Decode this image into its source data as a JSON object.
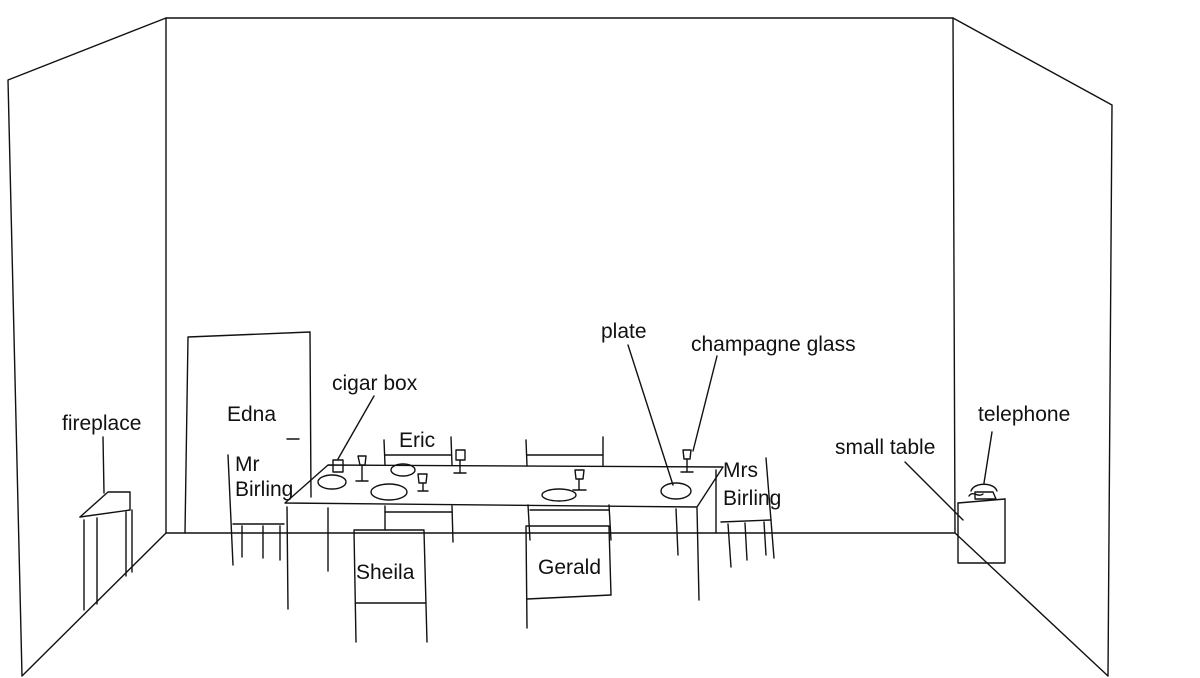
{
  "labels": {
    "fireplace": "fireplace",
    "edna": "Edna",
    "mr_birling_1": "Mr",
    "mr_birling_2": "Birling",
    "cigar_box": "cigar box",
    "eric": "Eric",
    "plate": "plate",
    "champagne_glass": "champagne glass",
    "mrs_birling_1": "Mrs",
    "mrs_birling_2": "Birling",
    "small_table": "small table",
    "telephone": "telephone",
    "sheila": "Sheila",
    "gerald": "Gerald"
  },
  "colors": {
    "ink": "#111111",
    "background": "#ffffff"
  }
}
